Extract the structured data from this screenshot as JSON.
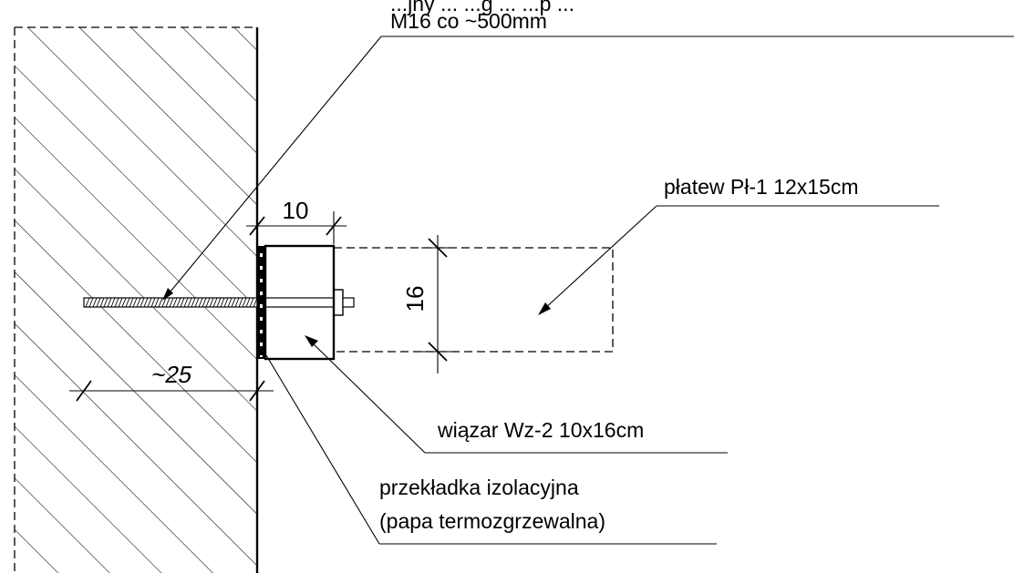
{
  "labels": {
    "anchor_partial": "...jny ... ...g ... ...p ...",
    "anchor_line2": "M16 co ~500mm",
    "purlin": "płatew Pł-1 12x15cm",
    "truss": "wiązar Wz-2 10x16cm",
    "insulation_line1": "przekładka izolacyjna",
    "insulation_line2": "(papa termozgrzewalna)"
  },
  "dimensions": {
    "truss_width": "10",
    "truss_height": "16",
    "anchor_depth": "~25"
  }
}
